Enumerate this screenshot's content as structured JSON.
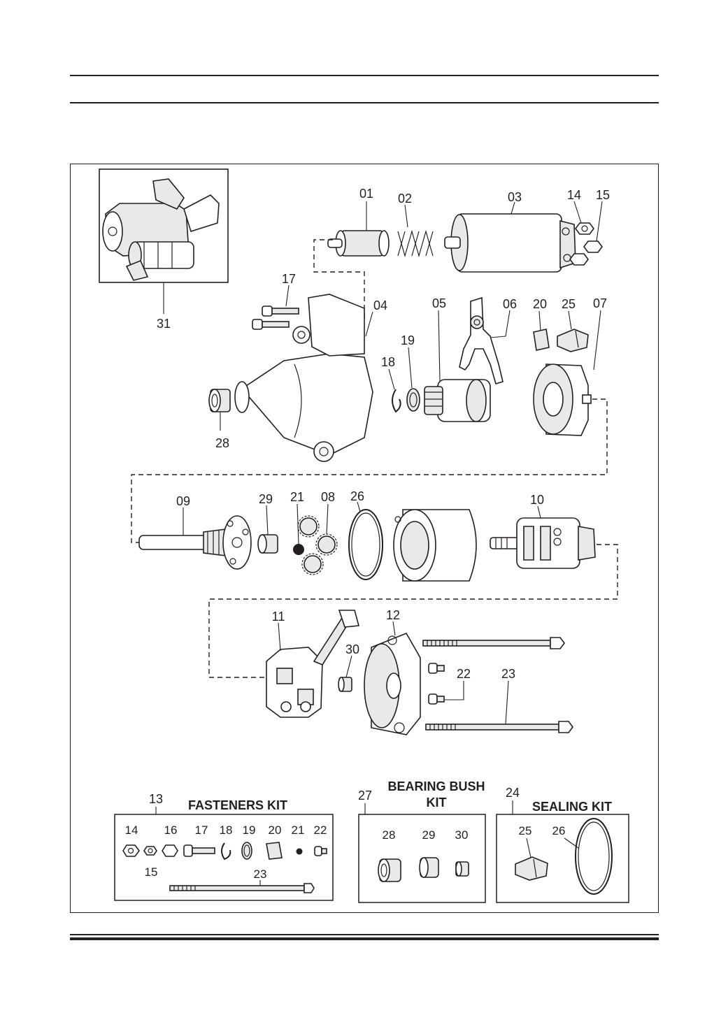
{
  "callouts": {
    "c01": "01",
    "c02": "02",
    "c03": "03",
    "c04": "04",
    "c05": "05",
    "c06": "06",
    "c07": "07",
    "c08": "08",
    "c09": "09",
    "c10": "10",
    "c11": "11",
    "c12": "12",
    "c14": "14",
    "c15": "15",
    "c17": "17",
    "c18": "18",
    "c19": "19",
    "c20": "20",
    "c21": "21",
    "c22": "22",
    "c23": "23",
    "c25": "25",
    "c26": "26",
    "c28": "28",
    "c29": "29",
    "c30": "30",
    "c31": "31"
  },
  "kits": {
    "fasteners": {
      "number": "13",
      "title": "FASTENERS KIT",
      "items": [
        "14",
        "16",
        "17",
        "18",
        "19",
        "20",
        "21",
        "22"
      ],
      "item_15": "15",
      "item_23": "23"
    },
    "bearing_bush": {
      "number": "27",
      "title_line1": "BEARING BUSH",
      "title_line2": "KIT",
      "items": [
        "28",
        "29",
        "30"
      ]
    },
    "sealing": {
      "number": "24",
      "title": "SEALING KIT",
      "items": [
        "25",
        "26"
      ]
    }
  },
  "colors": {
    "ink": "#231f20",
    "paper": "#ffffff"
  }
}
